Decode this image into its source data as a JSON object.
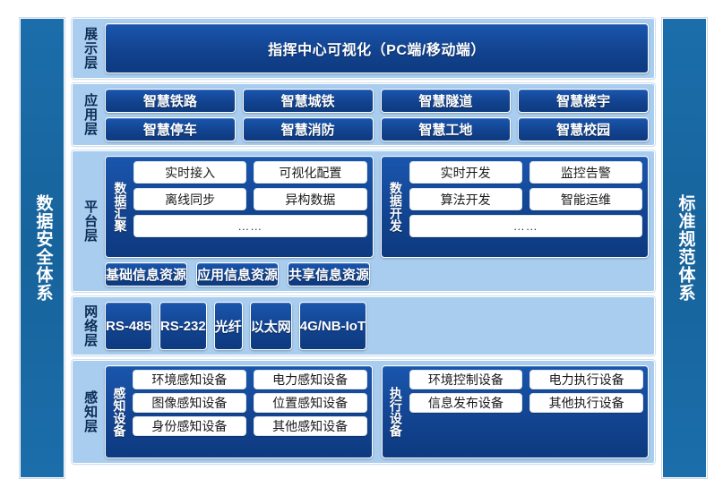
{
  "pillars": {
    "left": "数据安全体系",
    "right": "标准规范体系"
  },
  "layers": {
    "display": {
      "label": "展示层",
      "banner": "指挥中心可视化（PC端/移动端）"
    },
    "application": {
      "label": "应用层",
      "rows": [
        [
          "智慧铁路",
          "智慧城铁",
          "智慧隧道",
          "智慧楼宇"
        ],
        [
          "智慧停车",
          "智慧消防",
          "智慧工地",
          "智慧校园"
        ]
      ]
    },
    "platform": {
      "label": "平台层",
      "groups": [
        {
          "title": "数据汇聚",
          "rows": [
            [
              "实时接入",
              "可视化配置"
            ],
            [
              "离线同步",
              "异构数据"
            ]
          ],
          "ellipsis": "……"
        },
        {
          "title": "数据开发",
          "rows": [
            [
              "实时开发",
              "监控告警"
            ],
            [
              "算法开发",
              "智能运维"
            ]
          ],
          "ellipsis": "……"
        }
      ],
      "resources": [
        "基础信息资源",
        "应用信息资源",
        "共享信息资源"
      ]
    },
    "network": {
      "label": "网络层",
      "items": [
        "RS-485",
        "RS-232",
        "光纤",
        "以太网",
        "4G/NB-IoT"
      ]
    },
    "sensing": {
      "label": "感知层",
      "groups": [
        {
          "title": "感知设备",
          "rows": [
            [
              "环境感知设备",
              "电力感知设备"
            ],
            [
              "图像感知设备",
              "位置感知设备"
            ],
            [
              "身份感知设备",
              "其他感知设备"
            ]
          ]
        },
        {
          "title": "执行设备",
          "rows": [
            [
              "环境控制设备",
              "电力执行设备"
            ],
            [
              "信息发布设备",
              "其他执行设备"
            ]
          ]
        }
      ]
    }
  },
  "colors": {
    "pillar": "#1b6eab",
    "layer_bg": "#a9cdee",
    "navy": "#12438f",
    "white_cell": "#ffffff",
    "label_text": "#0b2c56"
  }
}
